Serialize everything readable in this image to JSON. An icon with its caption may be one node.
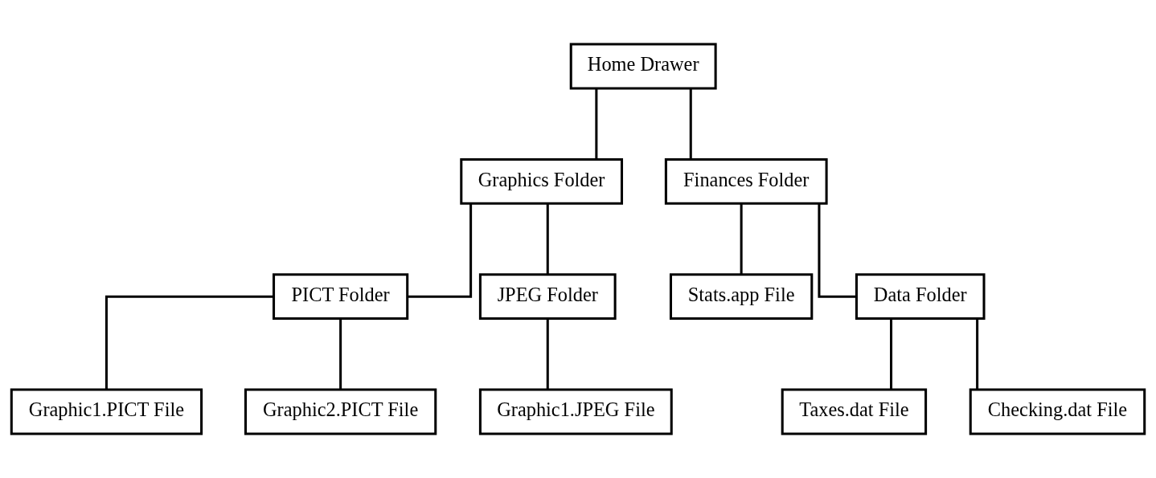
{
  "diagram": {
    "nodes": [
      {
        "text": [
          "Home Drawer"
        ]
      },
      {
        "text": [
          "Graphics Folder"
        ]
      },
      {
        "text": [
          "Finances Folder"
        ]
      },
      {
        "text": [
          "PICT Folder"
        ]
      },
      {
        "text": [
          "JPEG Folder"
        ]
      },
      {
        "text": [
          "Stats.app File"
        ]
      },
      {
        "text": [
          "Data Folder"
        ]
      },
      {
        "text": [
          "Graphic1.PICT File"
        ]
      },
      {
        "text": [
          "Graphic2.PICT File"
        ]
      },
      {
        "text": [
          "Graphic1.JPEG File"
        ]
      },
      {
        "text": [
          "Taxes.dat File"
        ]
      },
      {
        "text": [
          "Checking.dat File"
        ]
      }
    ],
    "edges": [
      {
        "from": 0,
        "to": 1,
        "arrow": "none"
      },
      {
        "from": 0,
        "to": 2,
        "arrow": "none"
      },
      {
        "from": 1,
        "to": 3,
        "arrow": "none"
      },
      {
        "from": 1,
        "to": 4,
        "arrow": "none"
      },
      {
        "from": 2,
        "to": 5,
        "arrow": "none"
      },
      {
        "from": 2,
        "to": 6,
        "arrow": "none"
      },
      {
        "from": 3,
        "to": 7,
        "arrow": "none"
      },
      {
        "from": 3,
        "to": 8,
        "arrow": "none"
      },
      {
        "from": 4,
        "to": 9,
        "arrow": "none"
      },
      {
        "from": 6,
        "to": 10,
        "arrow": "none"
      },
      {
        "from": 6,
        "to": 11,
        "arrow": "none"
      }
    ]
  }
}
